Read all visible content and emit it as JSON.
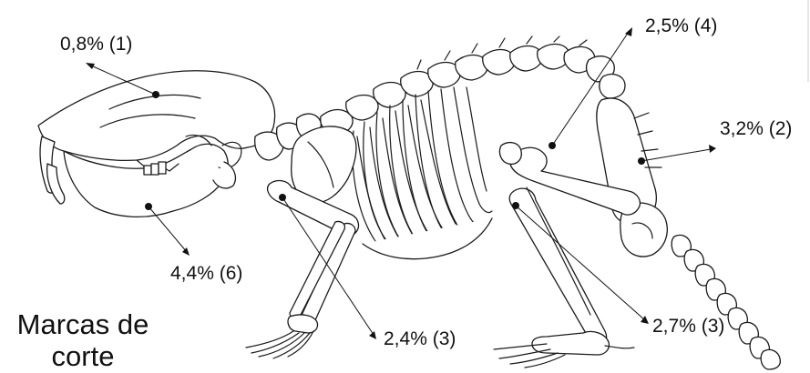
{
  "title": {
    "line1": "Marcas de",
    "line2": "corte"
  },
  "marks": [
    {
      "id": "skull-top",
      "label": "0,8% (1)"
    },
    {
      "id": "mandible",
      "label": "4,4% (6)"
    },
    {
      "id": "humerus",
      "label": "2,4% (3)"
    },
    {
      "id": "femur",
      "label": "2,5% (4)"
    },
    {
      "id": "pelvis",
      "label": "3,2% (2)"
    },
    {
      "id": "tibia",
      "label": "2,7% (3)"
    }
  ]
}
